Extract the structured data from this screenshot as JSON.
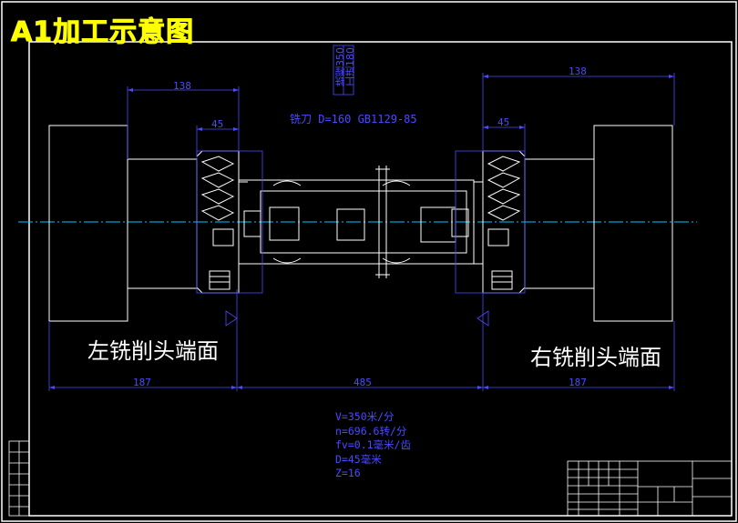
{
  "title": "A1加工示意图",
  "labels": {
    "left_face": "左铣削头端面",
    "right_face": "右铣削头端面"
  },
  "dimensions": {
    "left_top": "138",
    "left_inner": "45",
    "right_top": "138",
    "right_inner": "45",
    "bottom_left": "187",
    "bottom_mid": "485",
    "bottom_right": "187"
  },
  "tool_note": "铣刀 D=160   GB1129-85",
  "vertical_notes": {
    "stroke": "铣程350",
    "work": "工进180"
  },
  "params": [
    "V=350米/分",
    "n=696.6转/分",
    "fv=0.1毫米/齿",
    "D=45毫米",
    "Z=16"
  ],
  "colors": {
    "background": "#000000",
    "frame": "#ffffff",
    "dimension": "#4a4aff",
    "centerline": "#00c8ff",
    "title": "#ffff00"
  }
}
